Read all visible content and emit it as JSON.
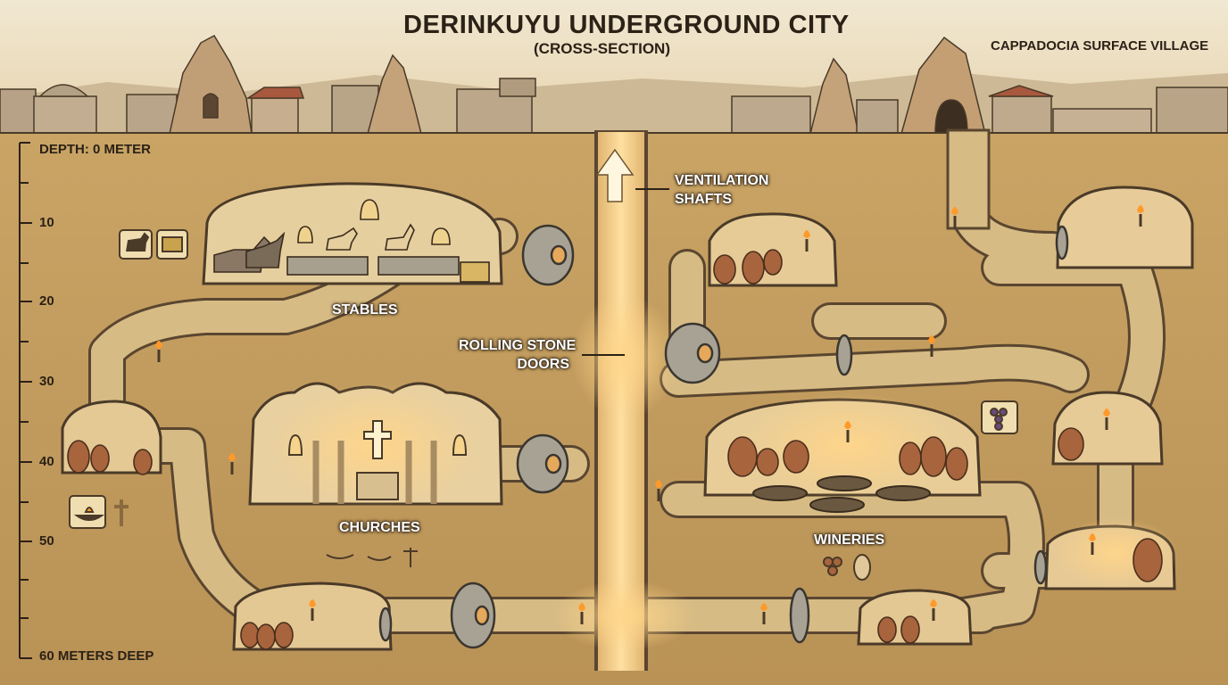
{
  "title": "DERINKUYU UNDERGROUND CITY",
  "subtitle": "(CROSS-SECTION)",
  "surface_label": "CAPPADOCIA SURFACE VILLAGE",
  "depth_scale": {
    "top_label": "DEPTH: 0 METER",
    "ticks": [
      "10",
      "20",
      "30",
      "40",
      "50"
    ],
    "bottom_label": "60 METERS DEEP"
  },
  "areas": {
    "stables": "STABLES",
    "churches": "CHURCHES",
    "wineries": "WINERIES"
  },
  "callouts": {
    "ventilation_line1": "VENTILATION",
    "ventilation_line2": "SHAFTS",
    "rolling_line1": "ROLLING STONE",
    "rolling_line2": "DOORS"
  },
  "icons": [
    "donkey-icon",
    "hay-bale-icon",
    "oil-lamp-icon",
    "cross-icon",
    "grapes-icon",
    "amphora-icon",
    "ankh-icon",
    "torch-icon",
    "rolling-stone-door-icon",
    "pottery-jar-icon"
  ],
  "colors": {
    "sky": "#ecdfc4",
    "ground": "#c8a263",
    "ground_dark": "#9d7d45",
    "tunnel": "#d8bc86",
    "glow": "#f6c77a",
    "stone": "#9e9a8d",
    "ink": "#2b2116",
    "pottery": "#a8643d"
  }
}
